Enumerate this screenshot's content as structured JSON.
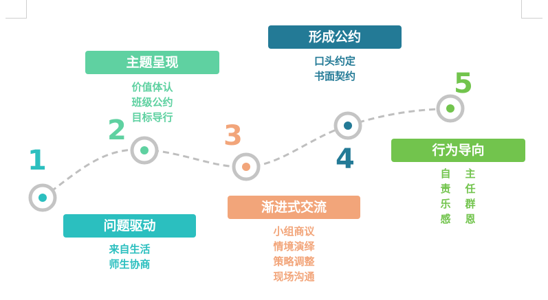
{
  "colors": {
    "teal": "#2bbfbf",
    "mint": "#5fd1a1",
    "peach": "#f2a57a",
    "blue": "#237a96",
    "green": "#72c44d",
    "path": "#bfbfbf"
  },
  "steps": [
    {
      "number": "1",
      "title": "问题驱动",
      "items": [
        "来自生活",
        "师生协商"
      ]
    },
    {
      "number": "2",
      "title": "主题呈现",
      "items": [
        "价值体认",
        "班级公约",
        "目标导行"
      ]
    },
    {
      "number": "3",
      "title": "渐进式交流",
      "items": [
        "小组商议",
        "情境演绎",
        "策略调整",
        "现场沟通"
      ]
    },
    {
      "number": "4",
      "title": "形成公约",
      "items": [
        "口头约定",
        "书面契约"
      ]
    },
    {
      "number": "5",
      "title": "行为导向",
      "items": [
        "自",
        "主",
        "责",
        "任",
        "乐",
        "群",
        "感",
        "恩"
      ]
    }
  ]
}
